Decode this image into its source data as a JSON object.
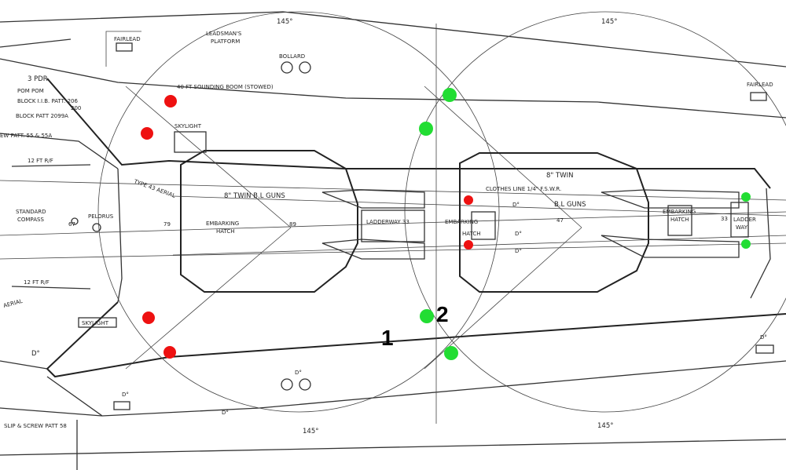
{
  "colors": {
    "red_marker": "#ee1111",
    "green_marker": "#22dd33",
    "ink": "#333333"
  },
  "callouts": {
    "one": "1",
    "two": "2"
  },
  "arcs": {
    "top_left": "145°",
    "top_right": "145°",
    "bottom_left": "145°",
    "bottom_right": "145°"
  },
  "labels": {
    "fairlead_left": "FAIRLEAD",
    "fairlead_right": "FAIRLEAD",
    "leadsmans_platform_1": "LEADSMAN'S",
    "leadsmans_platform_2": "PLATFORM",
    "bollard": "BOLLARD",
    "pom_pom_1": "3 PDR",
    "pom_pom_2": "POM POM",
    "block_1": "BLOCK I.I.B. PATT. 206",
    "block_2": "200",
    "block_3": "BLOCK PATT 2099A",
    "sounding_boom": "40 FT SOUNDING BOOM (STOWED)",
    "skylight_top": "SKYLIGHT",
    "screw_patt": "EW PATT. 55 & 55A",
    "rf_top": "12 FT   R/F",
    "type_43_aerial": "TYPE 43 AERIAL",
    "guns_left": "8\" TWIN  B.L GUNS",
    "standard_compass_1": "STANDARD",
    "standard_compass_2": "COMPASS",
    "num_67": "67",
    "pelorus": "PELORUS",
    "num_79": "79",
    "embarking_hatch_left_1": "EMBARKING",
    "embarking_hatch_left_2": "HATCH",
    "num_89": "89",
    "ladderway_33": "LADDERWAY  33",
    "embarking_hatch_mid_1": "EMBARKING",
    "embarking_hatch_mid_2": "HATCH",
    "guns_right_1": "8\" TWIN",
    "clothes_line": "CLOTHES LINE 1/4\" F.S.W.R.",
    "bl_guns_right": "B.L GUNS",
    "do_1": "D°",
    "do_2": "D°",
    "do_3": "D°",
    "num_47": "47",
    "embarking_hatch_right_1": "EMBARKING",
    "embarking_hatch_right_2": "HATCH",
    "num_33": "33",
    "ladderway_right_1": "LADDER",
    "ladderway_right_2": "WAY",
    "rf_bottom": "12 FT   R/F",
    "aerial_bottom": "AERIAL",
    "skylight_bottom": "SKYLIGHT",
    "do_bl": "D°",
    "do_bottom_mid": "D°",
    "do_bottom_left": "D°",
    "do_bottom_right": "D°",
    "do_bottom_center": "D°",
    "slip_screw": "SLIP & SCREW PATT 58"
  }
}
